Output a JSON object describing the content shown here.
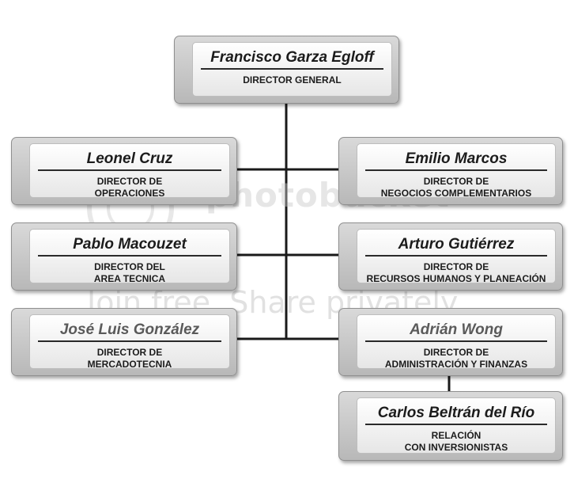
{
  "org_chart": {
    "root": {
      "name": "Francisco Garza Egloff",
      "title": "DIRECTOR GENERAL"
    },
    "left": [
      {
        "name": "Leonel Cruz",
        "title": "DIRECTOR DE\nOPERACIONES"
      },
      {
        "name": "Pablo Macouzet",
        "title": "DIRECTOR DEL\nAREA TECNICA"
      },
      {
        "name": "José Luis González",
        "title": "DIRECTOR DE\nMERCADOTECNIA"
      }
    ],
    "right": [
      {
        "name": "Emilio Marcos",
        "title": "DIRECTOR DE\nNEGOCIOS COMPLEMENTARIOS"
      },
      {
        "name": "Arturo Gutiérrez",
        "title": "DIRECTOR DE\nRECURSOS HUMANOS Y PLANEACIÓN"
      },
      {
        "name": "Adrián Wong",
        "title": "DIRECTOR DE\nADMINISTRACIÓN Y FINANZAS"
      }
    ],
    "sub": {
      "name": "Carlos Beltrán del Río",
      "title": "RELACIÓN\nCON INVERSIONISTAS"
    }
  },
  "watermark": {
    "logo_text": "photobucket",
    "tagline": "Join free. Share privately."
  },
  "colors": {
    "line": "#1a1a1a",
    "box": "#c8c8c8",
    "inner": "#f4f4f4"
  }
}
